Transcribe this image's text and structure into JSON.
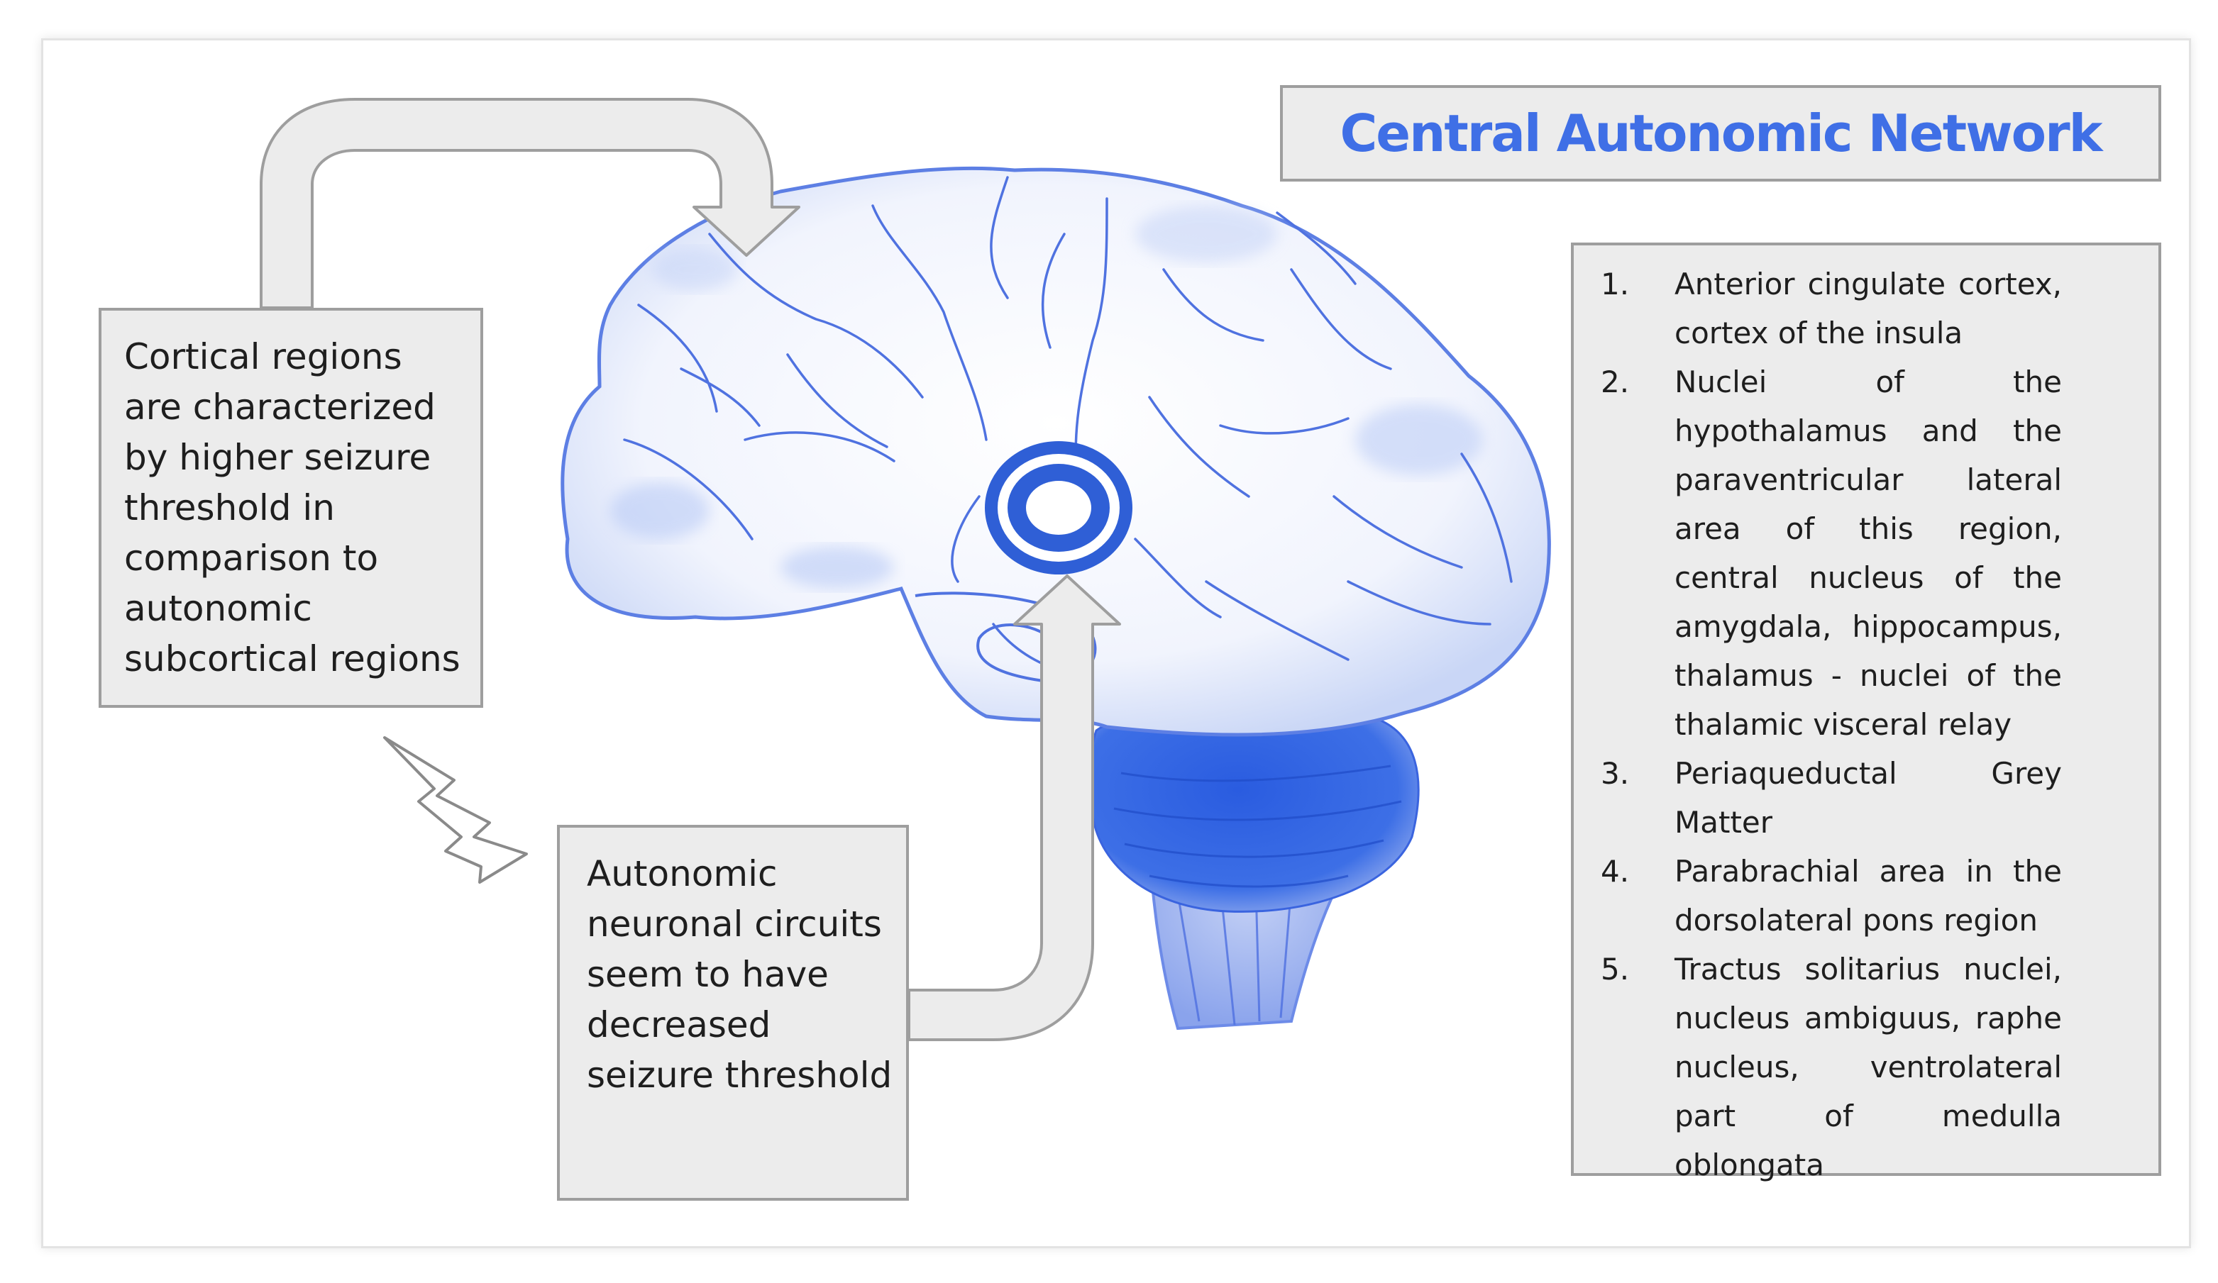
{
  "title": "Central Autonomic Network",
  "cortical_note": "Cortical regions are characterized by higher seizure threshold in comparison to autonomic subcortical regions",
  "autonomic_note": "Autonomic neuronal circuits seem to have decreased seizure threshold",
  "regions": [
    {
      "number": "1.",
      "text": "Anterior cingulate cortex, cortex of the insula"
    },
    {
      "number": "2.",
      "text": "Nuclei of the hypothalamus and the paraventricular lateral area of this region, central nucleus of the amygdala, hippocampus, thalamus - nuclei of the thalamic visceral relay"
    },
    {
      "number": "3.",
      "text": "Periaqueductal Grey Matter"
    },
    {
      "number": "4.",
      "text": "Parabrachial area in the dorsolateral pons region"
    },
    {
      "number": "5.",
      "text": "Tractus solitarius nuclei, nucleus ambiguus, raphe nucleus, ventrolateral part of medulla oblongata"
    }
  ],
  "colors": {
    "accent": "#3f6fe6",
    "brain_vein": "#4f72e0",
    "cerebellum": "#2f62dd",
    "box_fill": "#ececec",
    "box_border": "#9e9e9e"
  },
  "icons": [
    "lightning-bolt-icon",
    "target-ring-icon"
  ]
}
